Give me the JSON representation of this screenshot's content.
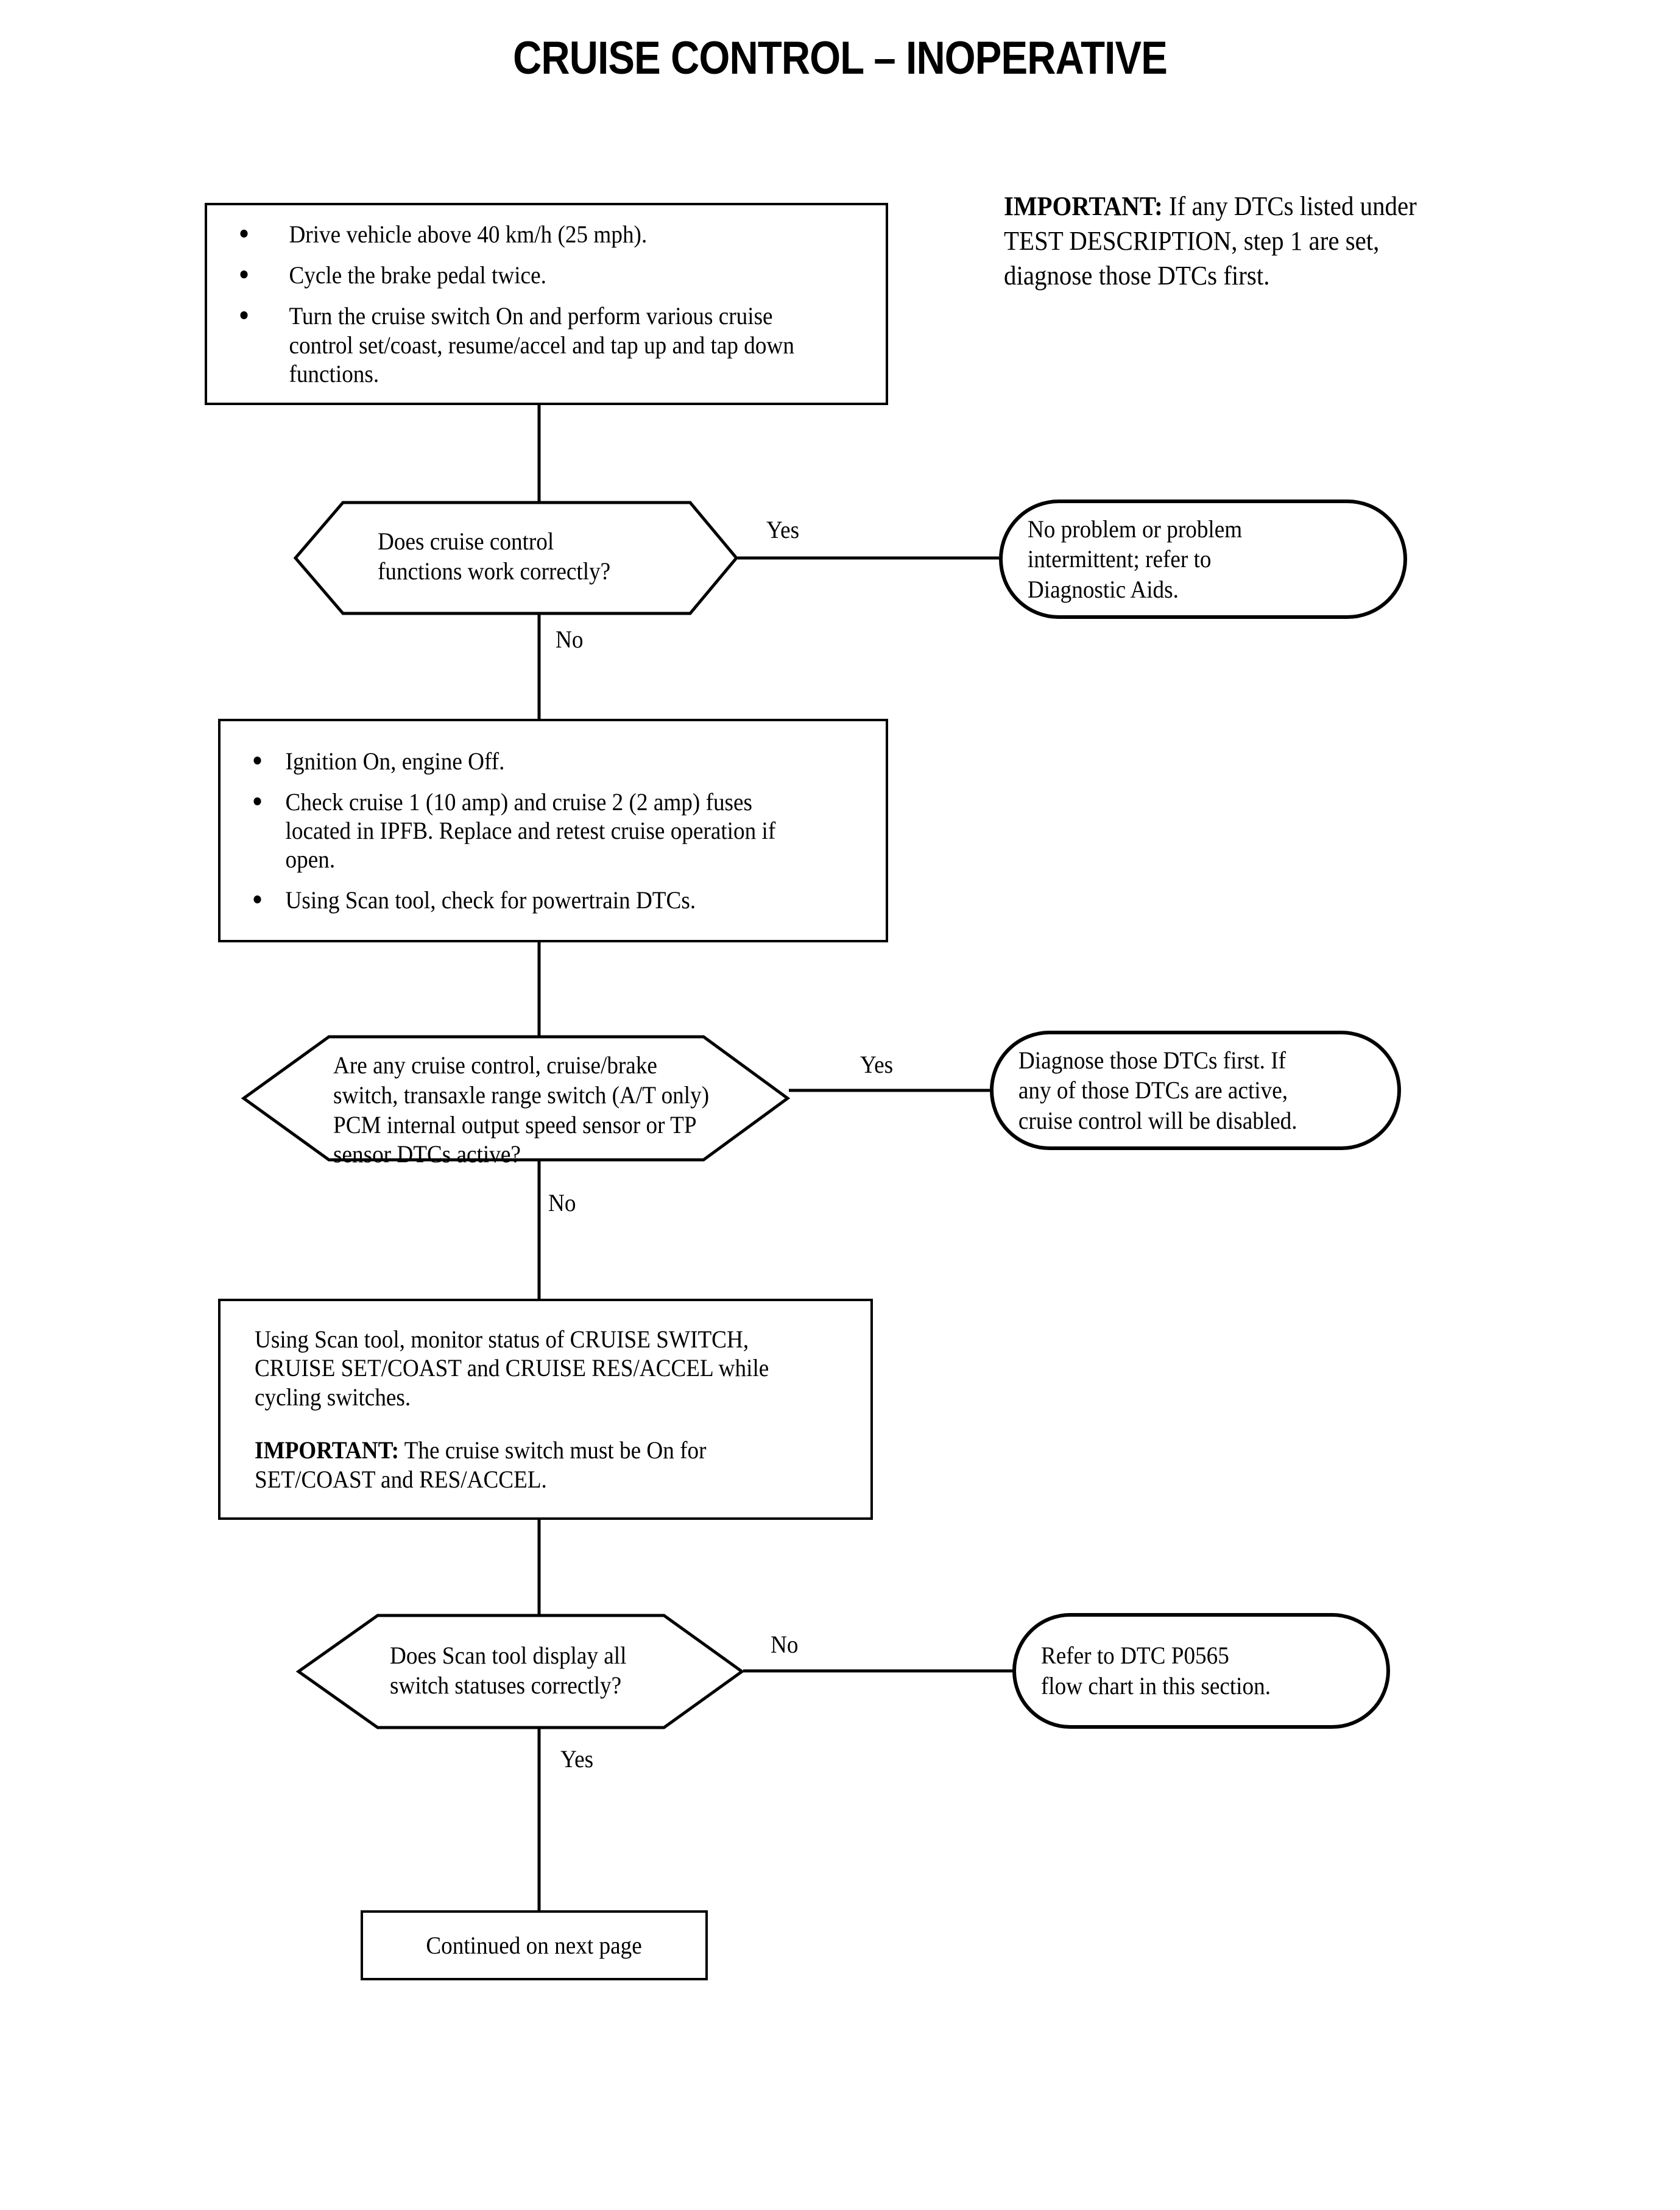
{
  "document": {
    "title": "CRUISE CONTROL – INOPERATIVE"
  },
  "note": {
    "label": "IMPORTANT:",
    "text": " If any DTCs listed under TEST DESCRIPTION, step 1 are set, diagnose those DTCs first."
  },
  "steps": {
    "step1": {
      "bullets": [
        "Drive vehicle above 40 km/h (25 mph).",
        "Cycle the brake pedal twice.",
        "Turn the cruise switch On and perform various cruise control set/coast, resume/accel and tap up and tap down functions."
      ]
    },
    "step2": {
      "bullets": [
        "Ignition On, engine Off.",
        "Check cruise 1 (10 amp) and cruise 2 (2 amp) fuses located in IPFB. Replace and retest cruise operation if open.",
        "Using Scan tool, check for powertrain DTCs."
      ]
    },
    "step3": {
      "paragraph": "Using Scan tool, monitor status of CRUISE SWITCH, CRUISE SET/COAST and CRUISE RES/ACCEL while cycling switches.",
      "important_label": "IMPORTANT:",
      "important_text": "  The cruise switch must be On for SET/COAST and RES/ACCEL."
    }
  },
  "decisions": {
    "decision1": {
      "text": "Does cruise control\nfunctions work correctly?",
      "yes_label": "Yes",
      "no_label": "No"
    },
    "decision2": {
      "text": "Are any cruise control, cruise/brake\nswitch, transaxle range switch (A/T only)\nPCM internal output speed sensor or TP\nsensor DTCs active?",
      "yes_label": "Yes",
      "no_label": "No"
    },
    "decision3": {
      "text": "Does Scan tool display all\nswitch statuses correctly?",
      "no_label": "No",
      "yes_label": "Yes"
    }
  },
  "terminators": {
    "terminator1": {
      "text": "No problem or problem\nintermittent; refer to\nDiagnostic Aids."
    },
    "terminator2": {
      "text": "Diagnose those DTCs first. If\nany of those DTCs are active,\ncruise control will be disabled."
    },
    "terminator3": {
      "text": "Refer to DTC P0565\nflow chart in this section."
    }
  },
  "footer": {
    "continued": "Continued on next page"
  },
  "chart_data": {
    "type": "flowchart",
    "title": "CRUISE CONTROL – INOPERATIVE",
    "nodes": [
      {
        "id": "step1",
        "shape": "process",
        "label": "Drive vehicle above 40 km/h (25 mph). | Cycle the brake pedal twice. | Turn the cruise switch On and perform various cruise control set/coast, resume/accel and tap up and tap down functions."
      },
      {
        "id": "decision1",
        "shape": "decision",
        "label": "Does cruise control functions work correctly?"
      },
      {
        "id": "terminator1",
        "shape": "terminator",
        "label": "No problem or problem intermittent; refer to Diagnostic Aids."
      },
      {
        "id": "step2",
        "shape": "process",
        "label": "Ignition On, engine Off. | Check cruise 1 (10 amp) and cruise 2 (2 amp) fuses located in IPFB. Replace and retest cruise operation if open. | Using Scan tool, check for powertrain DTCs."
      },
      {
        "id": "decision2",
        "shape": "decision",
        "label": "Are any cruise control, cruise/brake switch, transaxle range switch (A/T only) PCM internal output speed sensor or TP sensor DTCs active?"
      },
      {
        "id": "terminator2",
        "shape": "terminator",
        "label": "Diagnose those DTCs first. If any of those DTCs are active, cruise control will be disabled."
      },
      {
        "id": "step3",
        "shape": "process",
        "label": "Using Scan tool, monitor status of CRUISE SWITCH, CRUISE SET/COAST and CRUISE RES/ACCEL while cycling switches. IMPORTANT: The cruise switch must be On for SET/COAST and RES/ACCEL."
      },
      {
        "id": "decision3",
        "shape": "decision",
        "label": "Does Scan tool display all switch statuses correctly?"
      },
      {
        "id": "terminator3",
        "shape": "terminator",
        "label": "Refer to DTC P0565 flow chart in this section."
      },
      {
        "id": "continued",
        "shape": "process",
        "label": "Continued on next page"
      }
    ],
    "edges": [
      {
        "from": "step1",
        "to": "decision1",
        "label": ""
      },
      {
        "from": "decision1",
        "to": "terminator1",
        "label": "Yes"
      },
      {
        "from": "decision1",
        "to": "step2",
        "label": "No"
      },
      {
        "from": "step2",
        "to": "decision2",
        "label": ""
      },
      {
        "from": "decision2",
        "to": "terminator2",
        "label": "Yes"
      },
      {
        "from": "decision2",
        "to": "step3",
        "label": "No"
      },
      {
        "from": "step3",
        "to": "decision3",
        "label": ""
      },
      {
        "from": "decision3",
        "to": "terminator3",
        "label": "No"
      },
      {
        "from": "decision3",
        "to": "continued",
        "label": "Yes"
      }
    ]
  }
}
